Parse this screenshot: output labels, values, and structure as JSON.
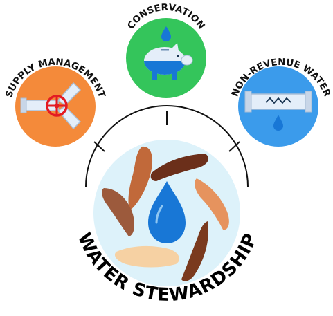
{
  "diagram": {
    "center": {
      "label": "WATER STEWARDSHIP",
      "icon": "water-drop-in-hands-icon"
    },
    "pillars": [
      {
        "label": "SUPPLY MANAGEMENT",
        "icon": "pipe-valve-icon",
        "color": "#F48A3A"
      },
      {
        "label": "CONSERVATION",
        "icon": "piggy-bank-icon",
        "color": "#34C55B"
      },
      {
        "label": "NON-REVENUE WATER",
        "icon": "leaking-pipe-icon",
        "color": "#3B9BEB"
      }
    ]
  },
  "colors": {
    "water_blue": "#1877D6",
    "center_bg": "#DDF2FA",
    "text": "#111111"
  }
}
